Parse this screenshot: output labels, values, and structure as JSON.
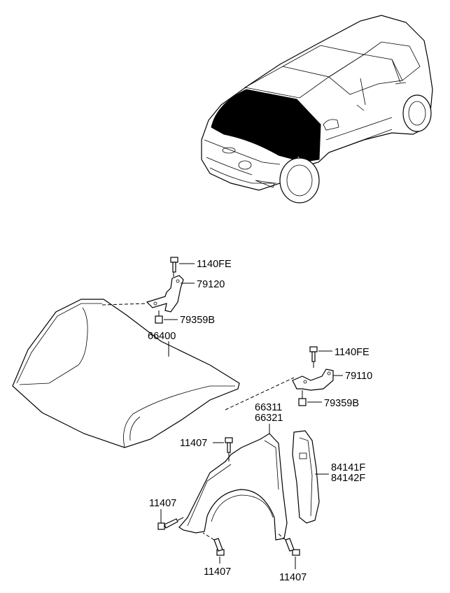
{
  "labels": {
    "hinge_bolt_left": "1140FE",
    "hinge_left": "79120",
    "hinge_nut_left": "79359B",
    "hood": "66400",
    "hinge_bolt_right": "1140FE",
    "hinge_right": "79110",
    "hinge_nut_right": "79359B",
    "fender_lh": "66311",
    "fender_rh": "66321",
    "fender_bolt_top": "11407",
    "fender_liner_lh": "84141F",
    "fender_liner_rh": "84142F",
    "fender_bolt_left": "11407",
    "fender_bolt_bottom_mid": "11407",
    "fender_bolt_bottom_right": "11407"
  }
}
